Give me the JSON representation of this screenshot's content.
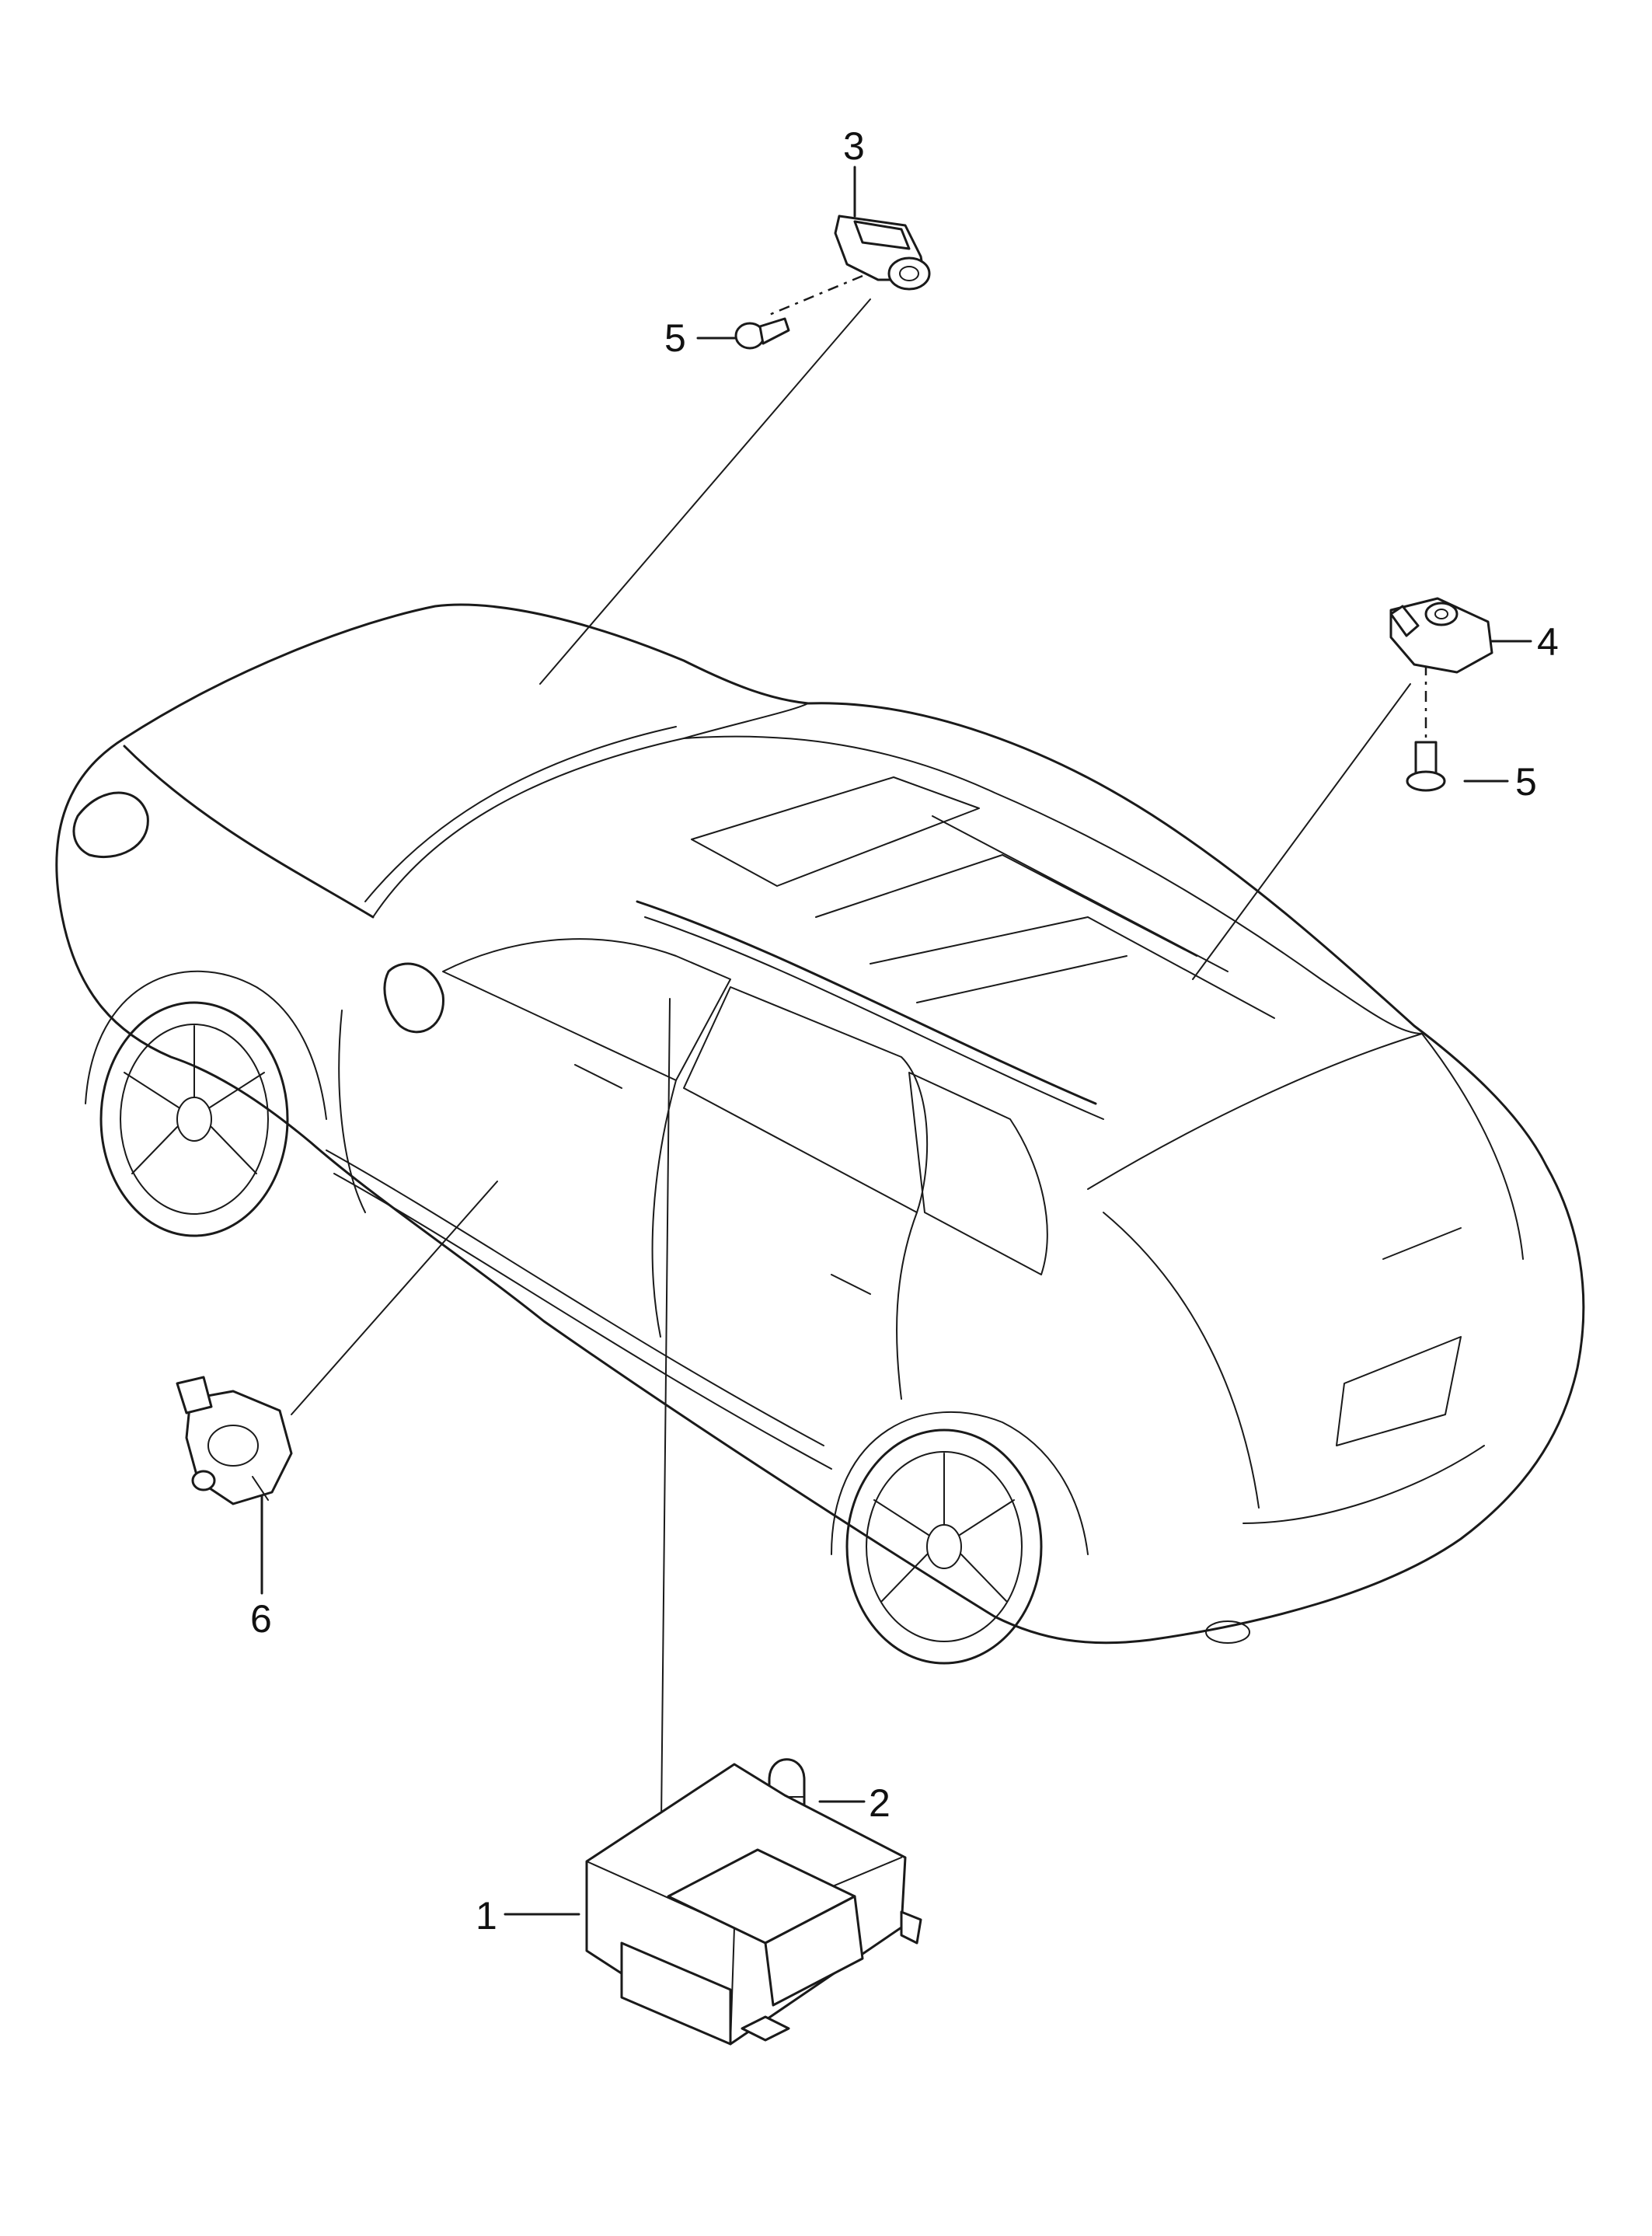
{
  "callouts": [
    {
      "id": "1",
      "text": "1"
    },
    {
      "id": "2",
      "text": "2"
    },
    {
      "id": "3",
      "text": "3"
    },
    {
      "id": "4",
      "text": "4"
    },
    {
      "id": "5a",
      "text": "5"
    },
    {
      "id": "5b",
      "text": "5"
    },
    {
      "id": "6",
      "text": "6"
    }
  ]
}
